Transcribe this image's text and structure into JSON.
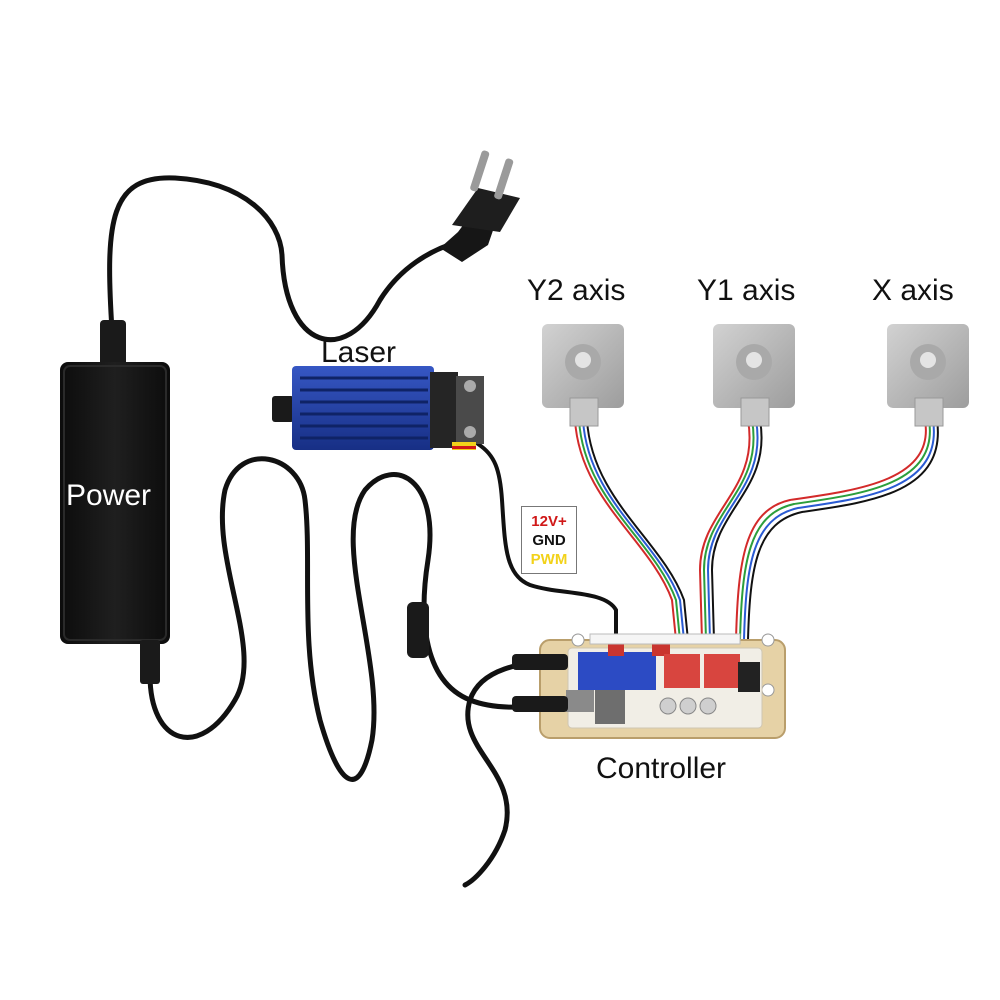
{
  "labels": {
    "power": "Power",
    "laser": "Laser",
    "y2_axis": "Y2 axis",
    "y1_axis": "Y1 axis",
    "x_axis": "X axis",
    "controller": "Controller"
  },
  "laser_pins": {
    "v12": "12V+",
    "gnd": "GND",
    "pwm": "PWM"
  },
  "colors": {
    "cable": "#111111",
    "adapter_body": "#141414",
    "laser_body": "#1f3fa6",
    "motor_body": "#b9b9b9",
    "controller_base": "#e6d2a6",
    "pin_12v": "#d01818",
    "pin_gnd": "#111111",
    "pin_pwm": "#f2d21a",
    "motor_wires": [
      "#d32a2a",
      "#2c9e3c",
      "#2a5bd3",
      "#111111"
    ]
  }
}
